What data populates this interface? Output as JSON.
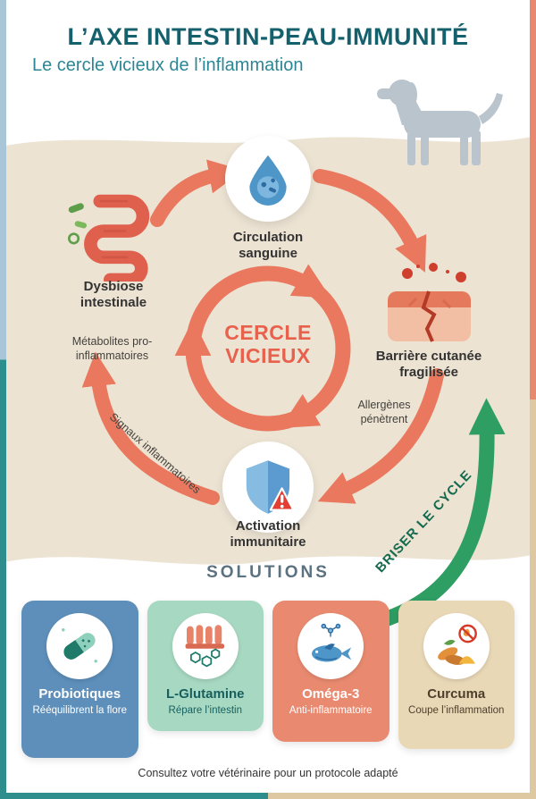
{
  "palette": {
    "title_teal": "#15606d",
    "subtitle_teal": "#2b8696",
    "coral_arrow": "#e9785e",
    "coral_text": "#e8614d",
    "beige_background": "#ece3d3",
    "green_arrow": "#2f9e63",
    "green_text": "#156b4f",
    "frame_blue": "#a9c6d8",
    "frame_coral": "#e8896f",
    "frame_teal": "#2e8e8e",
    "frame_tan": "#ddc8a2"
  },
  "header": {
    "title": "L’AXE INTESTIN-PEAU-IMMUNITÉ",
    "subtitle": "Le cercle vicieux de l’inflammation"
  },
  "cycle": {
    "center_label": "CERCLE VICIEUX",
    "nodes": {
      "circulation": {
        "label": "Circulation sanguine",
        "icon": "blood-drop-icon"
      },
      "dysbiose": {
        "label": "Dysbiose intestinale",
        "icon": "intestine-icon"
      },
      "barriere": {
        "label": "Barrière cutanée fragilisée",
        "icon": "damaged-skin-icon"
      },
      "activation": {
        "label": "Activation immunitaire",
        "icon": "immune-shield-icon"
      }
    },
    "edge_labels": {
      "metabolites": "Métabolites pro-inflammatoires",
      "allergenes": "Allergènes pénètrent",
      "signaux": "Signaux inflammatoires"
    },
    "break_cycle_label": "BRISER LE CYCLE"
  },
  "solutions": {
    "heading": "SOLUTIONS",
    "cards": [
      {
        "title": "Probiotiques",
        "subtitle": "Rééquilibrent la flore",
        "icon": "probiotic-capsule-icon",
        "bg": "#5d8fba"
      },
      {
        "title": "L-Glutamine",
        "subtitle": "Répare l’intestin",
        "icon": "gut-lining-icon",
        "bg": "#a7d8c2"
      },
      {
        "title": "Oméga-3",
        "subtitle": "Anti-inflammatoire",
        "icon": "omega3-fish-icon",
        "bg": "#e98a70"
      },
      {
        "title": "Curcuma",
        "subtitle": "Coupe l’inflammation",
        "icon": "turmeric-icon",
        "bg": "#e9d8b6"
      }
    ]
  },
  "footer": {
    "note": "Consultez votre vétérinaire pour un protocole adapté"
  }
}
